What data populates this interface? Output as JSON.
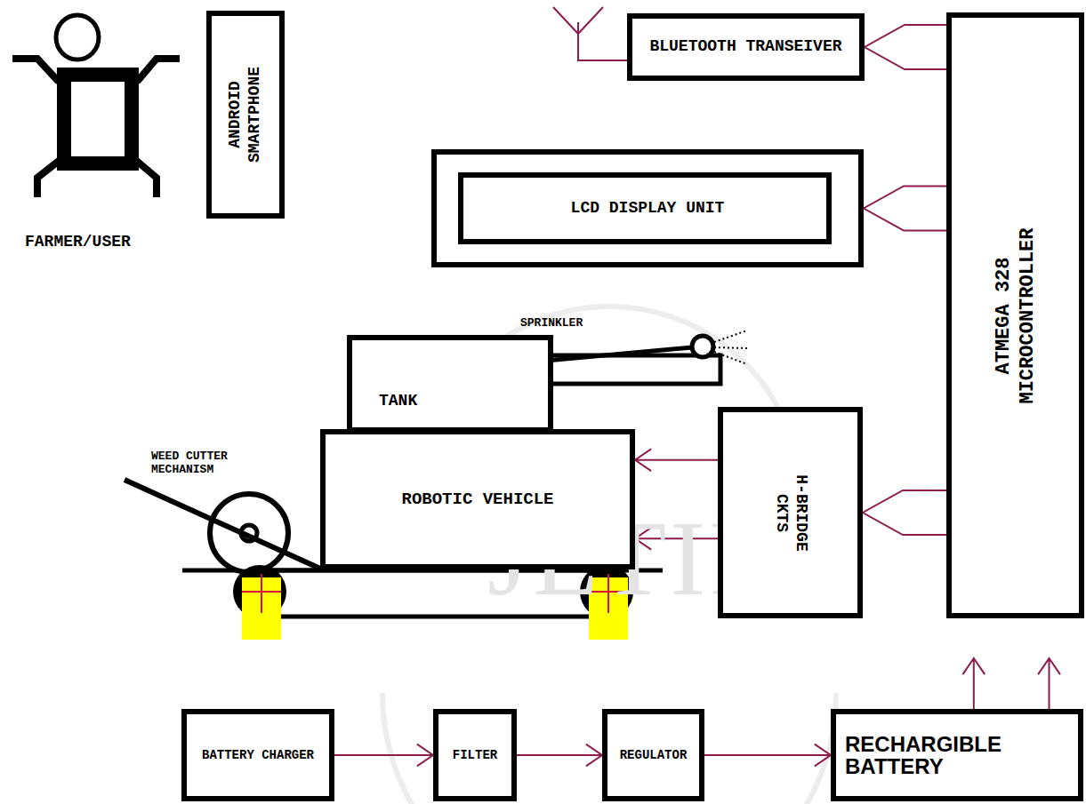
{
  "diagram": {
    "nodes": [
      {
        "text": [
          "ANDROID SMARTPHONE"
        ]
      },
      {
        "text": [
          "BLUETOOTH TRANSEIVER"
        ]
      },
      {
        "text": [
          "LCD DISPLAY UNIT"
        ]
      },
      {
        "text": [
          "ATMEGA 328 MICROCONTROLLER"
        ]
      },
      {
        "text": [
          "TANK"
        ]
      },
      {
        "text": [
          "ROBOTIC VEHICLE"
        ]
      },
      {
        "text": [
          "H-BRIDGE CKTS"
        ]
      },
      {
        "text": [
          "BATTERY CHARGER"
        ]
      },
      {
        "text": [
          "FILTER"
        ]
      },
      {
        "text": [
          "REGULATOR"
        ]
      },
      {
        "text": [
          "RECHARGIBLE BATTERY"
        ]
      }
    ],
    "edges": [
      {
        "from": 3,
        "to": 1,
        "arrow": "to"
      },
      {
        "from": 3,
        "to": 2,
        "arrow": "to"
      },
      {
        "from": 3,
        "to": 6,
        "arrow": "to"
      },
      {
        "from": 6,
        "to": 5,
        "arrow": "to"
      },
      {
        "from": 6,
        "to": 5,
        "arrow": "to"
      },
      {
        "from": 7,
        "to": 8,
        "arrow": "to"
      },
      {
        "from": 8,
        "to": 9,
        "arrow": "to"
      },
      {
        "from": 9,
        "to": 10,
        "arrow": "to"
      },
      {
        "from": 10,
        "to": 3,
        "arrow": "to"
      },
      {
        "from": 10,
        "to": 3,
        "arrow": "to"
      }
    ],
    "labels": [
      "FARMER/USER",
      "SPRINKLER",
      "WEED CUTTER MECHANISM",
      "JETIR"
    ]
  }
}
